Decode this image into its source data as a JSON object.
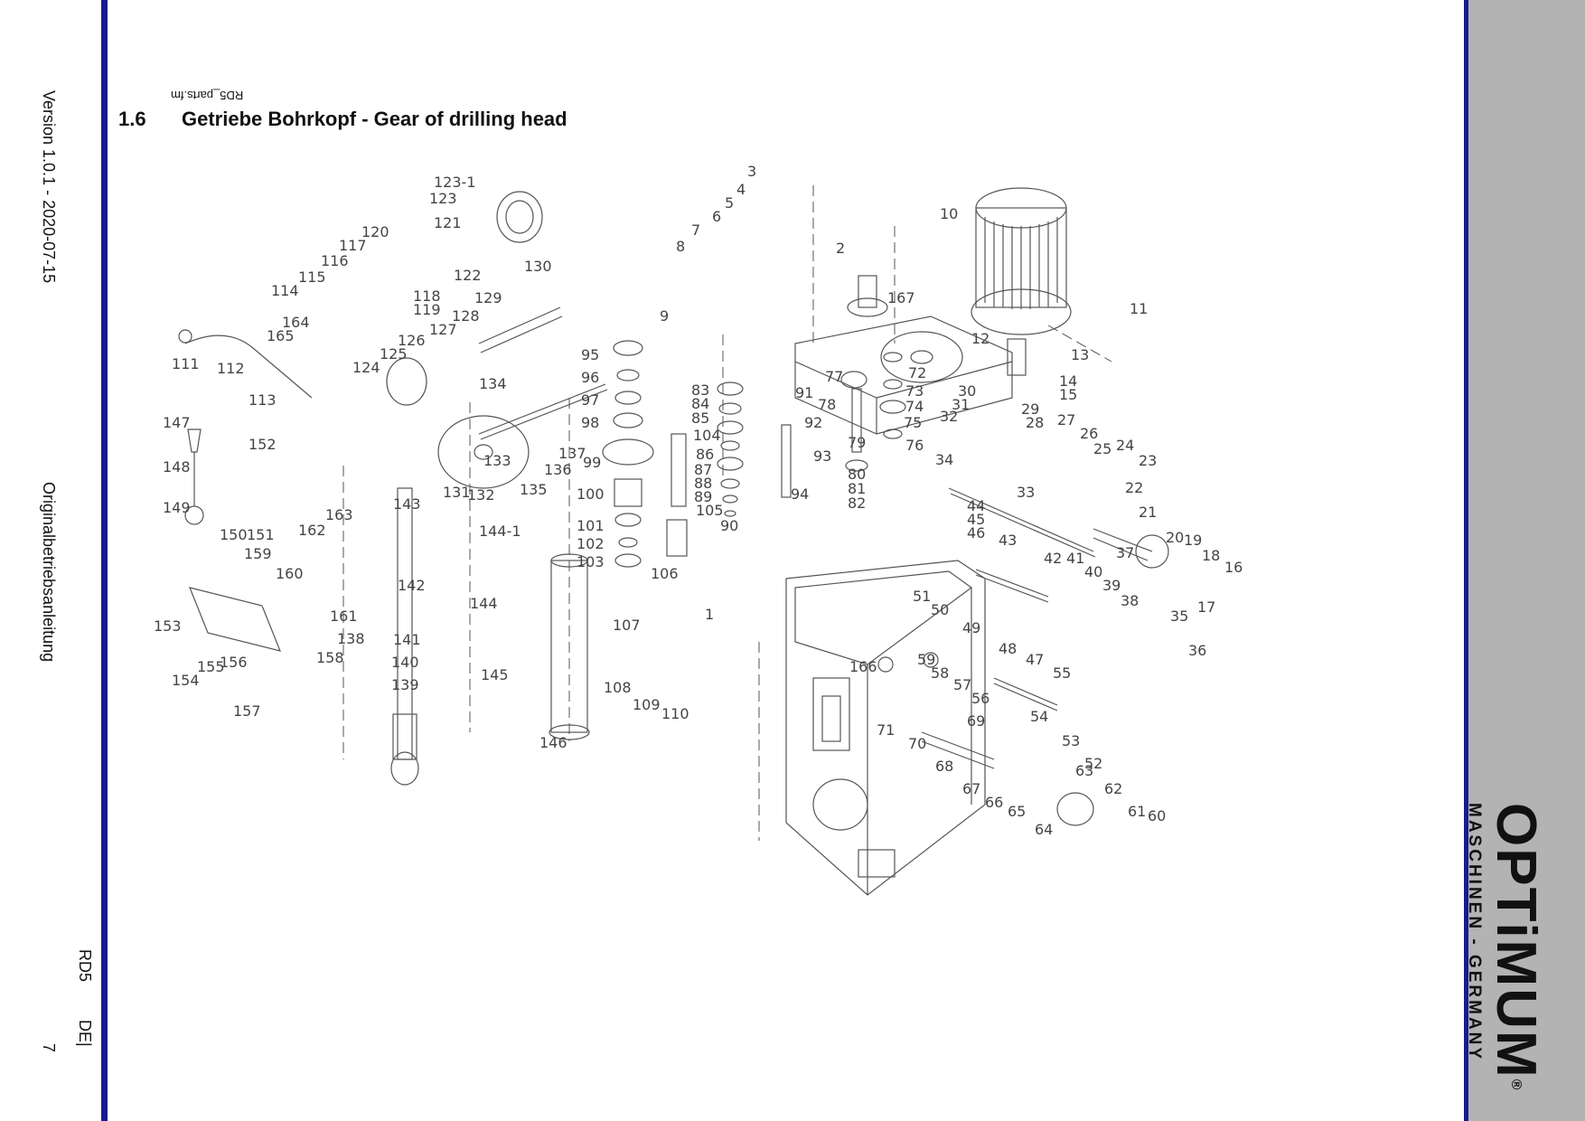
{
  "sidebar": {
    "version": "Version 1.0.1 - 2020-07-15",
    "manual": "Originalbetriebsanleitung",
    "model": "RD5",
    "lang": "DE",
    "page": "7"
  },
  "header": {
    "filename": "RD5_parts.fm",
    "section_number": "1.6",
    "section_title": "Getriebe Bohrkopf - Gear of drilling head"
  },
  "brand": {
    "logo": "OPTiMUM",
    "reg": "®",
    "tagline": "MASCHINEN - GERMANY"
  },
  "colors": {
    "accent_bar": "#1a1a8f",
    "side_panel": "#b3b3b3",
    "line": "#555555"
  },
  "diagram": {
    "labels": [
      "1",
      "2",
      "3",
      "4",
      "5",
      "6",
      "7",
      "8",
      "9",
      "10",
      "11",
      "12",
      "13",
      "14",
      "15",
      "16",
      "17",
      "18",
      "19",
      "20",
      "21",
      "22",
      "23",
      "24",
      "25",
      "26",
      "27",
      "28",
      "29",
      "30",
      "31",
      "32",
      "33",
      "34",
      "35",
      "36",
      "37",
      "38",
      "39",
      "40",
      "41",
      "42",
      "43",
      "44",
      "45",
      "46",
      "47",
      "48",
      "49",
      "50",
      "51",
      "52",
      "53",
      "54",
      "55",
      "56",
      "57",
      "58",
      "59",
      "60",
      "61",
      "62",
      "63",
      "64",
      "65",
      "66",
      "67",
      "68",
      "69",
      "70",
      "71",
      "72",
      "73",
      "74",
      "75",
      "76",
      "77",
      "78",
      "79",
      "80",
      "81",
      "82",
      "83",
      "84",
      "85",
      "86",
      "87",
      "88",
      "89",
      "90",
      "91",
      "92",
      "93",
      "94",
      "95",
      "96",
      "97",
      "98",
      "99",
      "100",
      "101",
      "102",
      "103",
      "104",
      "105",
      "106",
      "107",
      "108",
      "109",
      "110",
      "111",
      "112",
      "113",
      "114",
      "115",
      "116",
      "117",
      "118",
      "119",
      "120",
      "121",
      "122",
      "123",
      "123-1",
      "124",
      "125",
      "126",
      "127",
      "128",
      "129",
      "130",
      "131",
      "132",
      "133",
      "134",
      "135",
      "136",
      "137",
      "138",
      "139",
      "140",
      "141",
      "142",
      "143",
      "144",
      "144-1",
      "145",
      "146",
      "147",
      "148",
      "149",
      "150",
      "151",
      "152",
      "153",
      "154",
      "155",
      "156",
      "157",
      "158",
      "159",
      "160",
      "161",
      "162",
      "163",
      "164",
      "165",
      "166",
      "167"
    ]
  }
}
